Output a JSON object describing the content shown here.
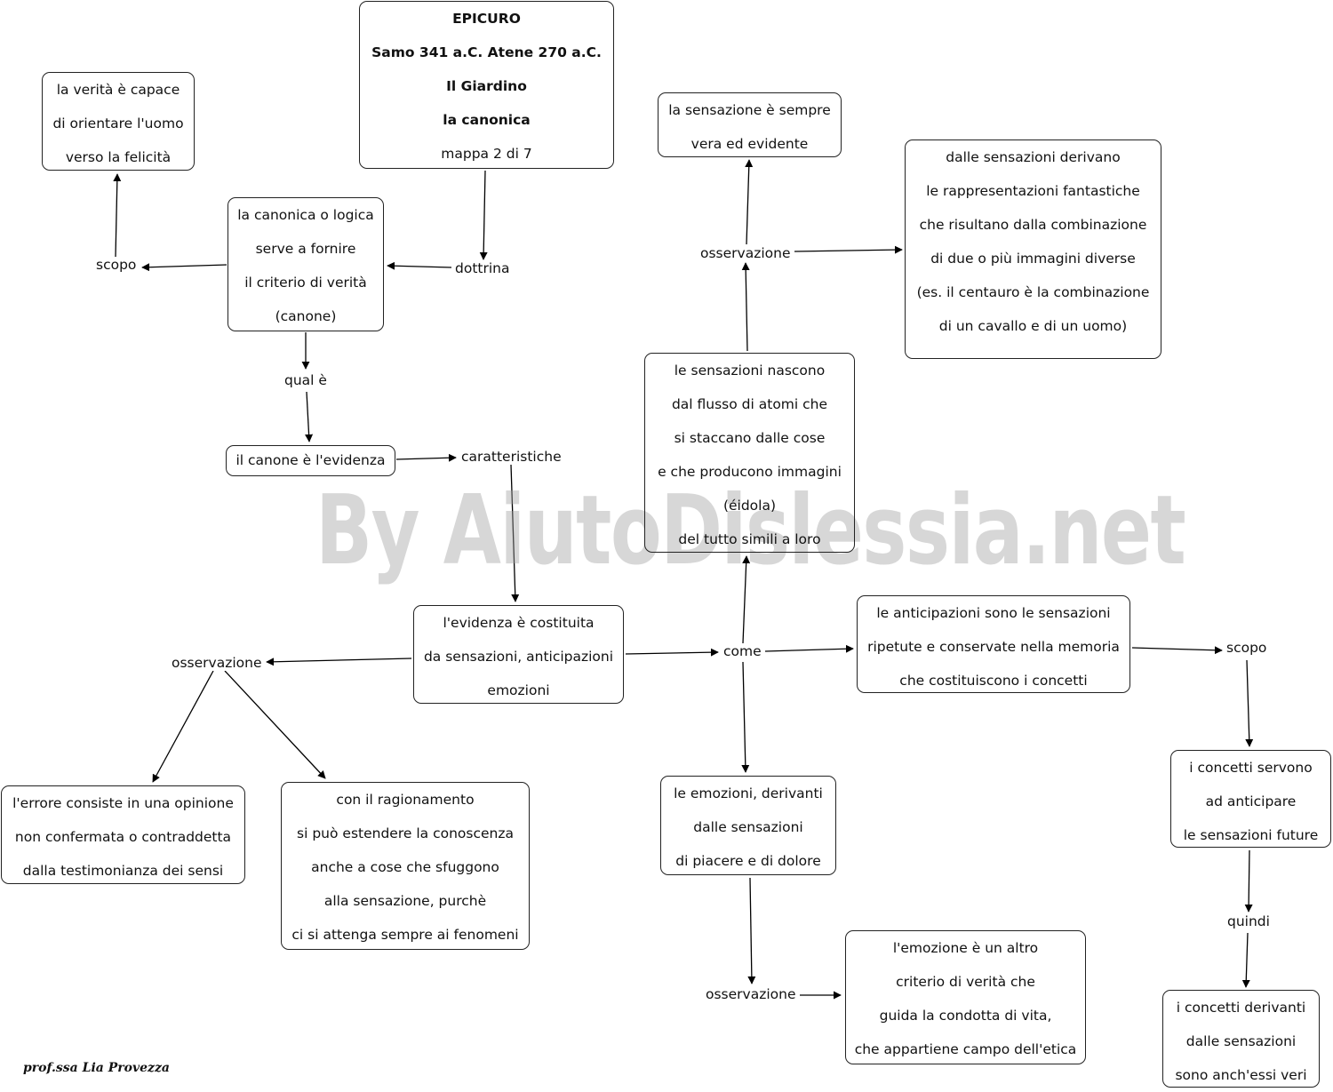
{
  "title_box": {
    "line1": "EPICURO",
    "line2": "Samo 341 a.C.  Atene 270 a.C.",
    "line3": "Il Giardino",
    "line4": "la canonica",
    "line5": "mappa 2 di 7"
  },
  "nodes": {
    "verita": [
      "la verità  è capace",
      "di orientare l'uomo",
      "verso la felicità"
    ],
    "canonica": [
      "la canonica o logica",
      "serve a fornire",
      "il criterio di verità",
      "(canone)"
    ],
    "canone": [
      "il canone è l'evidenza"
    ],
    "sensazione_vera": [
      "la sensazione è sempre",
      "vera ed evidente"
    ],
    "rappresentazioni": [
      "dalle sensazioni derivano",
      "le rappresentazioni fantastiche",
      "che risultano dalla combinazione",
      "di due o più immagini diverse",
      "(es. il centauro è la combinazione",
      "di un cavallo e di un uomo)"
    ],
    "sensazioni_nascono": [
      "le sensazioni nascono",
      "dal flusso di atomi che",
      "si staccano dalle cose",
      "e che producono immagini",
      "(éidola)",
      "del tutto simili a loro"
    ],
    "evidenza": [
      "l'evidenza è costituita",
      "da sensazioni, anticipazioni",
      "emozioni"
    ],
    "anticipazioni": [
      "le anticipazioni sono le sensazioni",
      "ripetute e conservate nella memoria",
      "che costituiscono i concetti"
    ],
    "concetti_servono": [
      "i concetti servono",
      "ad anticipare",
      "le sensazioni future"
    ],
    "errore": [
      "l'errore consiste in una opinione",
      "non confermata o contraddetta",
      "dalla testimonianza dei sensi"
    ],
    "ragionamento": [
      "con il ragionamento",
      "si può estendere la conoscenza",
      "anche a cose che sfuggono",
      "alla sensazione, purchè",
      "ci si attenga sempre ai fenomeni"
    ],
    "emozioni": [
      "le emozioni, derivanti",
      "dalle sensazioni",
      "di piacere e di dolore"
    ],
    "emozione_criterio": [
      "l'emozione è un altro",
      "criterio di verità che",
      "guida la condotta di vita,",
      "che appartiene campo dell'etica"
    ],
    "concetti_veri": [
      "i concetti derivanti",
      "dalle sensazioni",
      "sono anch'essi veri"
    ]
  },
  "labels": {
    "scopo1": "scopo",
    "dottrina": "dottrina",
    "qual_e": "qual è",
    "caratteristiche": "caratteristiche",
    "osservazione_top": "osservazione",
    "osservazione_left": "osservazione",
    "come": "come",
    "scopo2": "scopo",
    "quindi": "quindi",
    "osservazione_bottom": "osservazione"
  },
  "watermark": "By AiutoDislessia.net",
  "signature": "prof.ssa Lia Provezza"
}
